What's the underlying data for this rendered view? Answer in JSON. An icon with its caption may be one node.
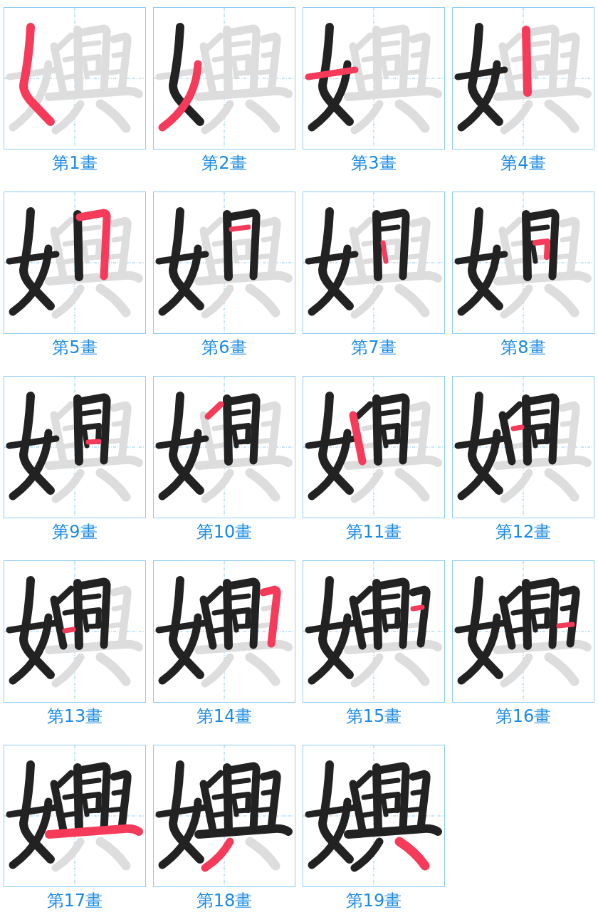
{
  "diagram": {
    "labels": [
      "第1畫",
      "第2畫",
      "第3畫",
      "第4畫",
      "第5畫",
      "第6畫",
      "第7畫",
      "第8畫",
      "第9畫",
      "第10畫",
      "第11畫",
      "第12畫",
      "第13畫",
      "第14畫",
      "第15畫",
      "第16畫",
      "第17畫",
      "第18畫",
      "第19畫"
    ]
  }
}
